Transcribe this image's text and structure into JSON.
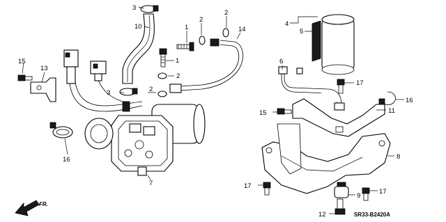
{
  "diagram_code": "SR33-B2420A",
  "direction_label": "FR.",
  "callouts": [
    {
      "id": "c3a",
      "text": "3"
    },
    {
      "id": "c10",
      "text": "10"
    },
    {
      "id": "c1a",
      "text": "1"
    },
    {
      "id": "c2a",
      "text": "2"
    },
    {
      "id": "c2b",
      "text": "2"
    },
    {
      "id": "c14",
      "text": "14"
    },
    {
      "id": "c4",
      "text": "4"
    },
    {
      "id": "c5",
      "text": "5"
    },
    {
      "id": "c15a",
      "text": "15"
    },
    {
      "id": "c13",
      "text": "13"
    },
    {
      "id": "c1b",
      "text": "1"
    },
    {
      "id": "c2c",
      "text": "2"
    },
    {
      "id": "c3b",
      "text": "3"
    },
    {
      "id": "c2d",
      "text": "2"
    },
    {
      "id": "c6",
      "text": "6"
    },
    {
      "id": "c17a",
      "text": "17"
    },
    {
      "id": "c16a",
      "text": "16"
    },
    {
      "id": "c15b",
      "text": "15"
    },
    {
      "id": "c11",
      "text": "11"
    },
    {
      "id": "c16b",
      "text": "16"
    },
    {
      "id": "c7",
      "text": "7"
    },
    {
      "id": "c8",
      "text": "8"
    },
    {
      "id": "c17b",
      "text": "17"
    },
    {
      "id": "c9",
      "text": "9"
    },
    {
      "id": "c17c",
      "text": "17"
    },
    {
      "id": "c12",
      "text": "12"
    }
  ]
}
